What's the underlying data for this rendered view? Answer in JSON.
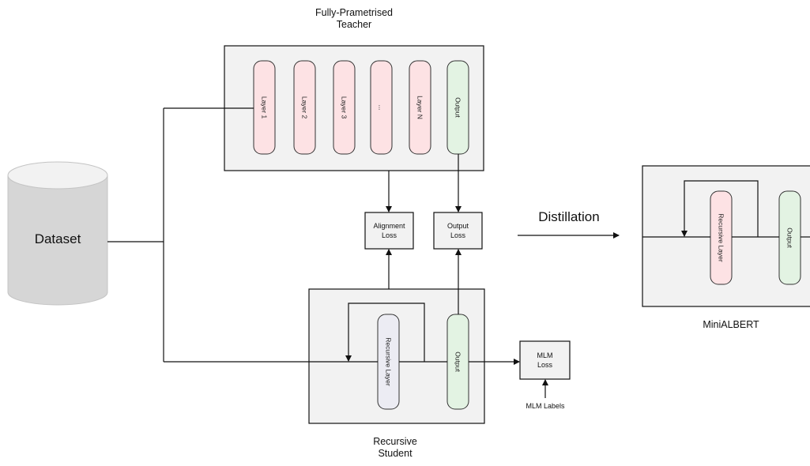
{
  "teacher": {
    "title_line1": "Fully-Prametrised",
    "title_line2": "Teacher",
    "layers": [
      "Layer 1",
      "Layer 2",
      "Layer 3",
      "...",
      "Layer N"
    ],
    "output": "Output"
  },
  "dataset": {
    "label": "Dataset"
  },
  "alignment_loss": {
    "line1": "Alignment",
    "line2": "Loss"
  },
  "output_loss": {
    "line1": "Output",
    "line2": "Loss"
  },
  "distillation": {
    "label": "Distillation"
  },
  "student": {
    "title_line1": "Recursive",
    "title_line2": "Student",
    "layer": "Recursive Layer",
    "output": "Output"
  },
  "mlm_loss": {
    "line1": "MLM",
    "line2": "Loss"
  },
  "mlm_labels": {
    "label": "MLM Labels"
  },
  "minialbert": {
    "title": "MiniALBERT",
    "layer": "Recursive Layer",
    "output": "Output"
  },
  "colors": {
    "panel_fill": "#f2f2f2",
    "layer_pink": "#fde2e4",
    "output_green": "#e3f3e3",
    "student_layer": "#ececf3",
    "cylinder": "#d6d6d6"
  }
}
